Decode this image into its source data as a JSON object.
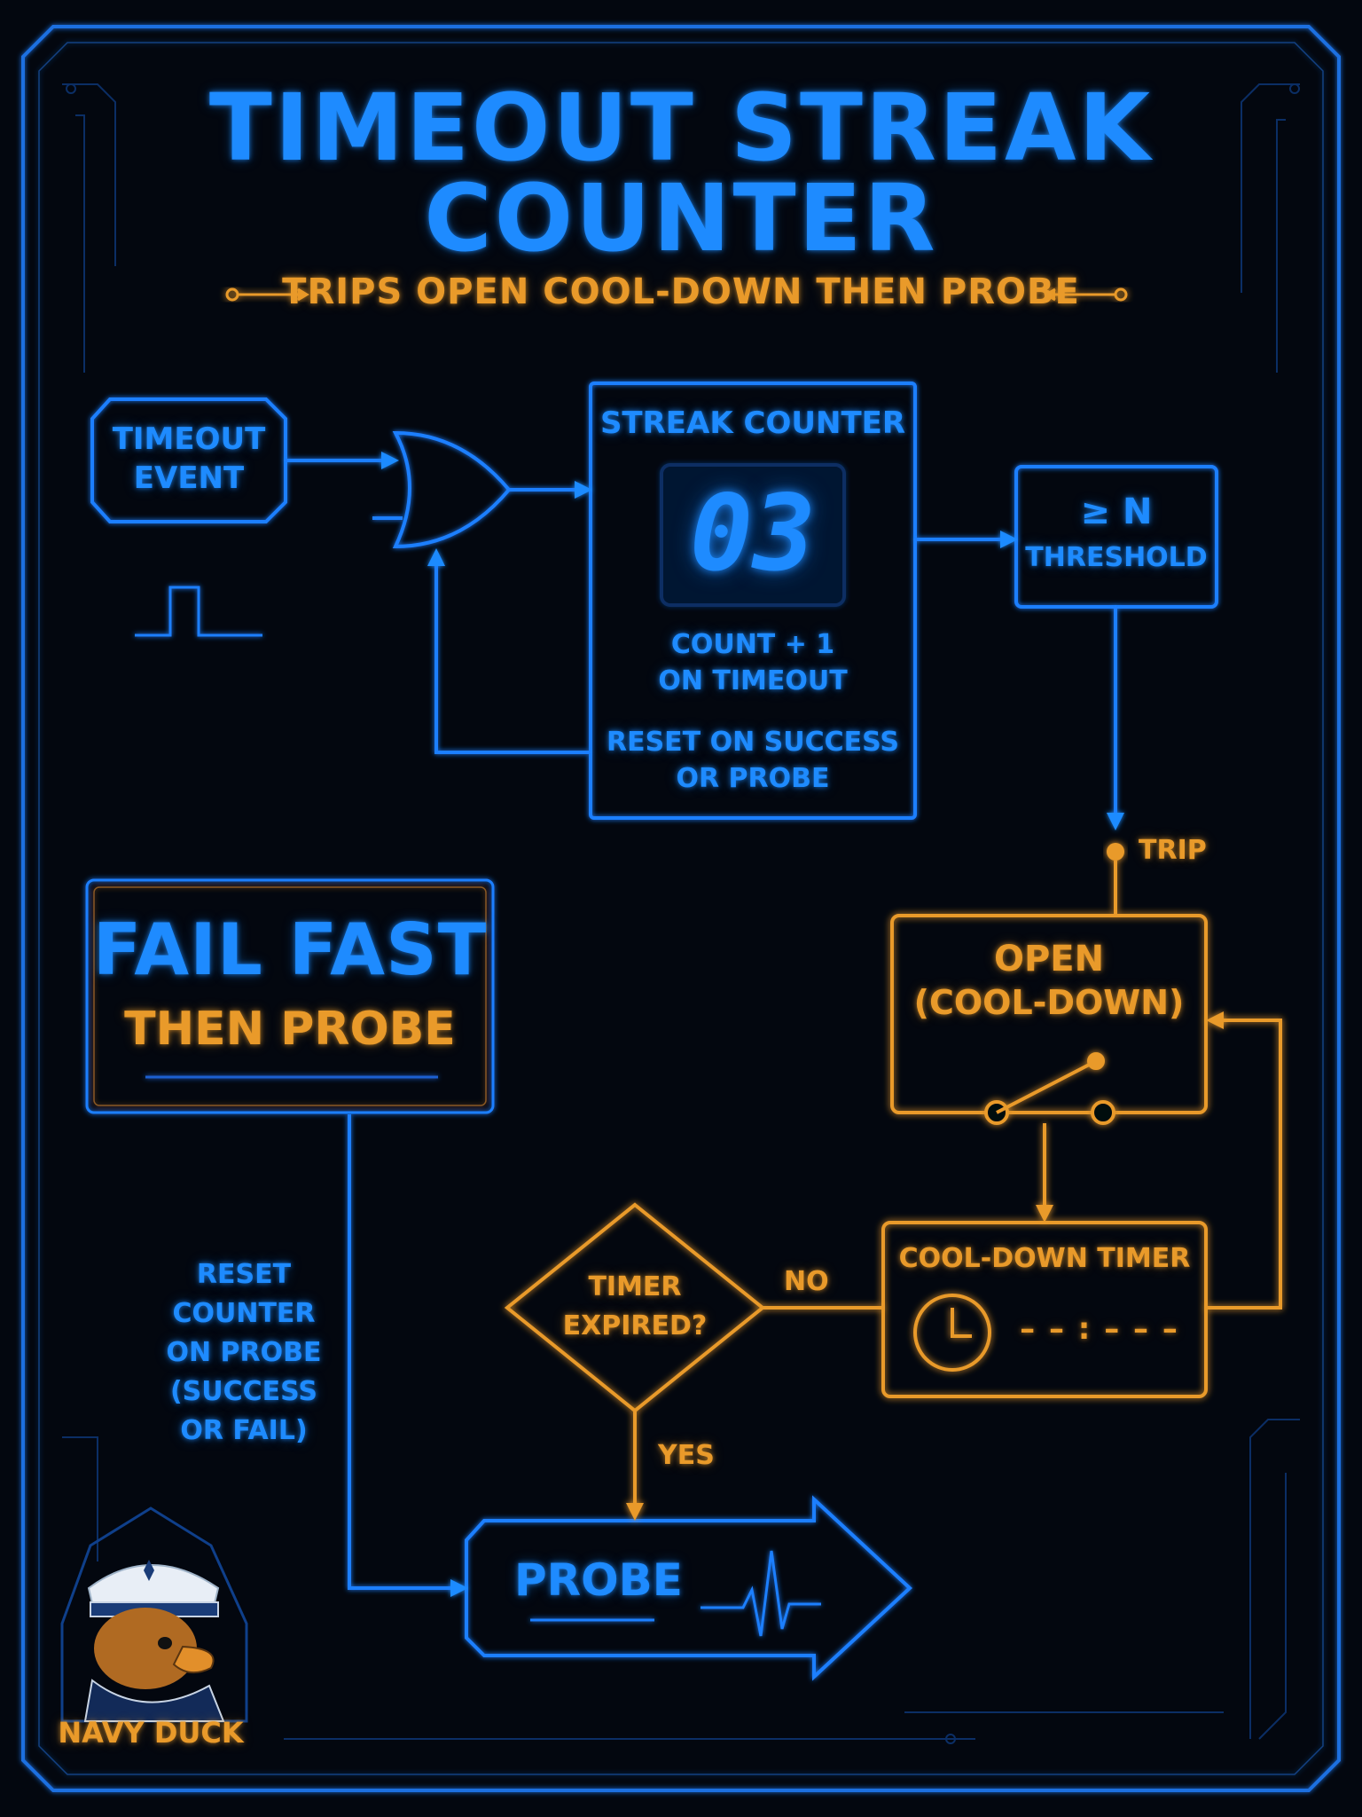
{
  "header": {
    "title_line1": "TIMEOUT STREAK",
    "title_line2": "COUNTER",
    "subtitle": "TRIPS OPEN COOL-DOWN THEN PROBE"
  },
  "nodes": {
    "timeout_event": {
      "line1": "TIMEOUT",
      "line2": "EVENT"
    },
    "streak_counter": {
      "title": "STREAK COUNTER",
      "display": "03",
      "note1_line1": "COUNT + 1",
      "note1_line2": "ON TIMEOUT",
      "note2_line1": "RESET ON SUCCESS",
      "note2_line2": "OR PROBE"
    },
    "threshold": {
      "line1": "≥ N",
      "line2": "THRESHOLD"
    },
    "open_state": {
      "line1": "OPEN",
      "line2": "(COOL-DOWN)"
    },
    "cooldown_timer": {
      "title": "COOL-DOWN TIMER",
      "readout": "– – : – – –"
    },
    "decision": {
      "line1": "TIMER",
      "line2": "EXPIRED?"
    },
    "probe": {
      "label": "PROBE"
    },
    "fail_fast": {
      "line1": "FAIL FAST",
      "line2": "THEN PROBE"
    }
  },
  "edge_labels": {
    "trip": "TRIP",
    "no": "NO",
    "yes": "YES"
  },
  "side_note": {
    "lines": [
      "RESET",
      "COUNTER",
      "ON PROBE",
      "(SUCCESS",
      "OR FAIL)"
    ]
  },
  "brand": {
    "name": "NAVY DUCK"
  },
  "colors": {
    "background": "#03070f",
    "blue": "#1e8bff",
    "orange": "#e99a2a"
  }
}
